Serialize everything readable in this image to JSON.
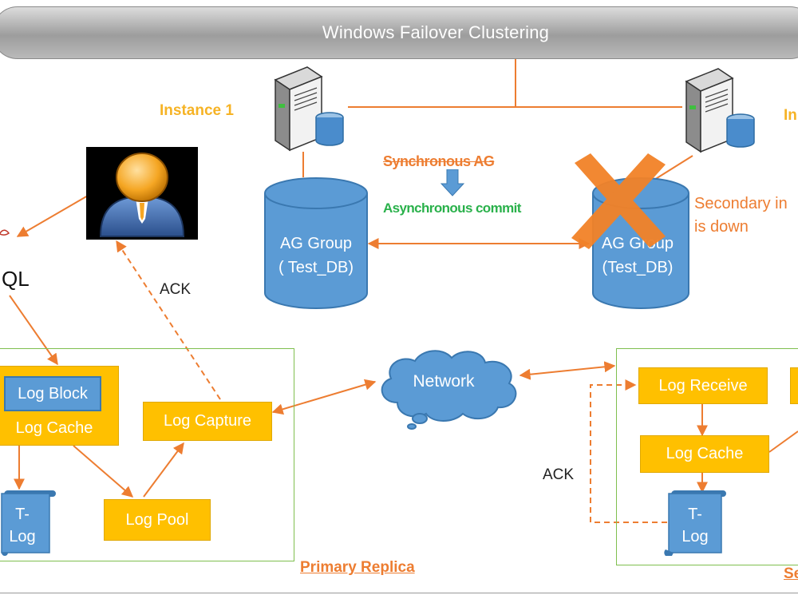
{
  "cluster": {
    "title": "Windows Failover Clustering"
  },
  "instances": {
    "left": "Instance 1",
    "right_partial": "In"
  },
  "databases": {
    "primary": {
      "line1": "AG Group",
      "line2": "( Test_DB)"
    },
    "secondary": {
      "line1": "AG Group",
      "line2": "(Test_DB)"
    }
  },
  "mode": {
    "struck": "Synchronous AG",
    "current": "Asynchronous commit"
  },
  "secondary_status": {
    "line1": "Secondary in",
    "line2": "is down"
  },
  "primary": {
    "log_block": "Log Block",
    "log_cache": "Log Cache",
    "log_capture": "Log Capture",
    "log_pool": "Log Pool",
    "tlog_line1": "T-",
    "tlog_line2": "Log",
    "caption": "Primary Replica"
  },
  "network": {
    "label": "Network"
  },
  "secondary": {
    "log_receive": "Log Receive",
    "log_cache": "Log Cache",
    "tlog_line1": "T-",
    "tlog_line2": "Log",
    "caption_partial": "Se"
  },
  "ack_primary": "ACK",
  "ack_secondary": "ACK",
  "client_partial": "QL",
  "colors": {
    "arrow": "#ed7d31",
    "box_yellow": "#ffc000",
    "box_blue": "#5b9bd5",
    "frame_green": "#7fbf4f",
    "failure_x": "#f28228"
  }
}
